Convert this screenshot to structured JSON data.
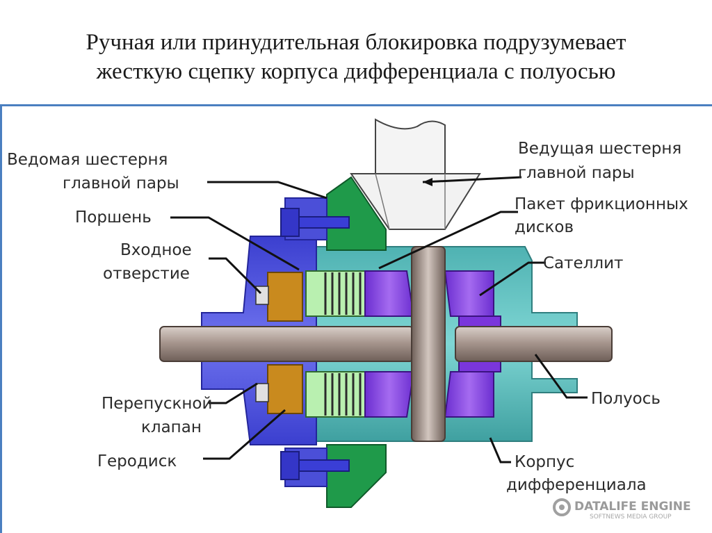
{
  "title": {
    "line1": "Ручная или принудительная блокировка подрузумевает",
    "line2": "жесткую сцепку корпуса дифференциала с полуосью"
  },
  "labels": {
    "driven_gear_1": "Ведомая шестерня",
    "driven_gear_2": "главной пары",
    "piston": "Поршень",
    "inlet_1": "Входное",
    "inlet_2": "отверстие",
    "bypass_1": "Перепускной",
    "bypass_2": "клапан",
    "gerodisk": "Геродиск",
    "drive_gear_1": "Ведущая шестерня",
    "drive_gear_2": "главной пары",
    "friction_1": "Пакет фрикционных",
    "friction_2": "дисков",
    "satellite": "Сателлит",
    "axle": "Полуось",
    "housing_1": "Корпус",
    "housing_2": "дифференциала"
  },
  "watermark": {
    "brand": "DATALIFE ENGINE",
    "sub": "SOFTNEWS MEDIA GROUP"
  },
  "colors": {
    "frame": "#4a7fc0",
    "housing_teal": "#5fc4c4",
    "driven_gear_green": "#1f9a4a",
    "piston_blue": "#4b4fd8",
    "satellite_purple": "#8a3fe0",
    "gerodisk_orange": "#c98a1e",
    "friction_green": "#b9f0b0",
    "axle_gray": "#a89890",
    "drive_gear_white": "#f2f2f2"
  }
}
